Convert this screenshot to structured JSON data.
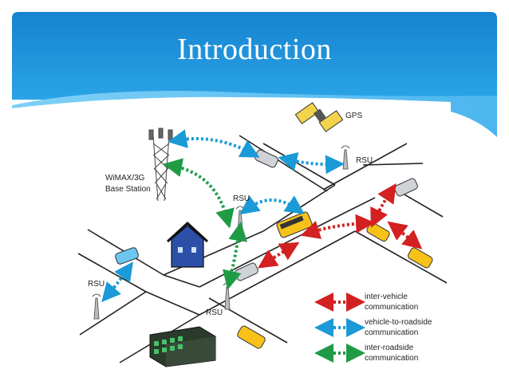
{
  "slide": {
    "title": "Introduction"
  },
  "diagram": {
    "labels": {
      "gps": "GPS",
      "base_station_line1": "WiMAX/3G",
      "base_station_line2": "Base Station",
      "rsu": "RSU"
    },
    "legend": [
      {
        "line1": "inter-vehicle",
        "line2": "communication",
        "color": "#d32020"
      },
      {
        "line1": "vehicle-to-roadside",
        "line2": "communication",
        "color": "#1a9ad6"
      },
      {
        "line1": "inter-roadside",
        "line2": "communication",
        "color": "#1f9b46"
      }
    ]
  },
  "colors": {
    "header_blue": "#1a8fd8",
    "header_light": "#5bbcf0",
    "red_arrow": "#d32020",
    "blue_arrow": "#1a9ad6",
    "green_arrow": "#1f9b46"
  }
}
